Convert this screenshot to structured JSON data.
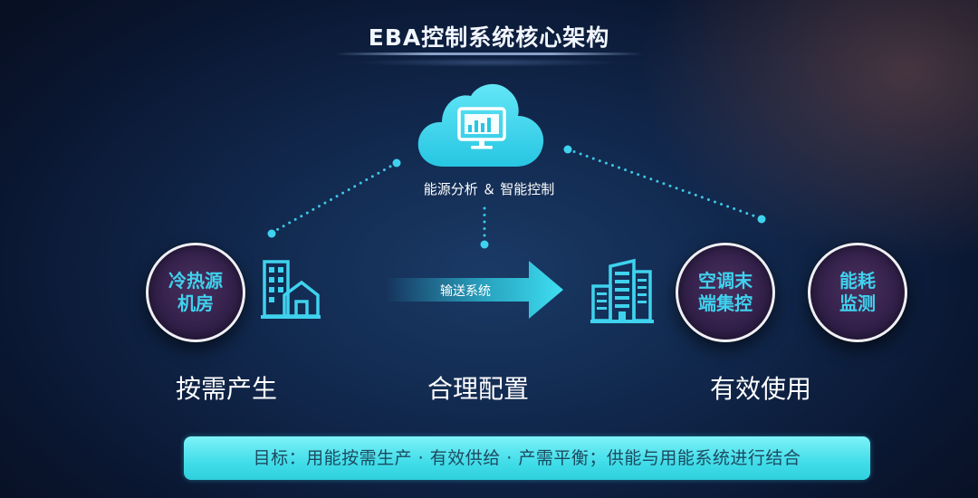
{
  "title": "EBA控制系统核心架构",
  "cloud": {
    "icon": "monitor-chart-icon",
    "caption": "能源分析 ＆ 智能控制"
  },
  "nodes": {
    "cold_heat": {
      "line1": "冷热源",
      "line2": "机房"
    },
    "ac_terminal": {
      "line1": "空调末",
      "line2": "端集控"
    },
    "energy_monitor": {
      "line1": "能耗",
      "line2": "监测"
    }
  },
  "arrow": {
    "label": "输送系统"
  },
  "stages": [
    "按需产生",
    "合理配置",
    "有效使用"
  ],
  "goal": "目标：用能按需生产 · 有效供给 · 产需平衡；供能与用能系统进行结合",
  "colors": {
    "accent": "#3fd2ee",
    "banner": "#41dde9",
    "circle_fill": "#2d1d45"
  }
}
